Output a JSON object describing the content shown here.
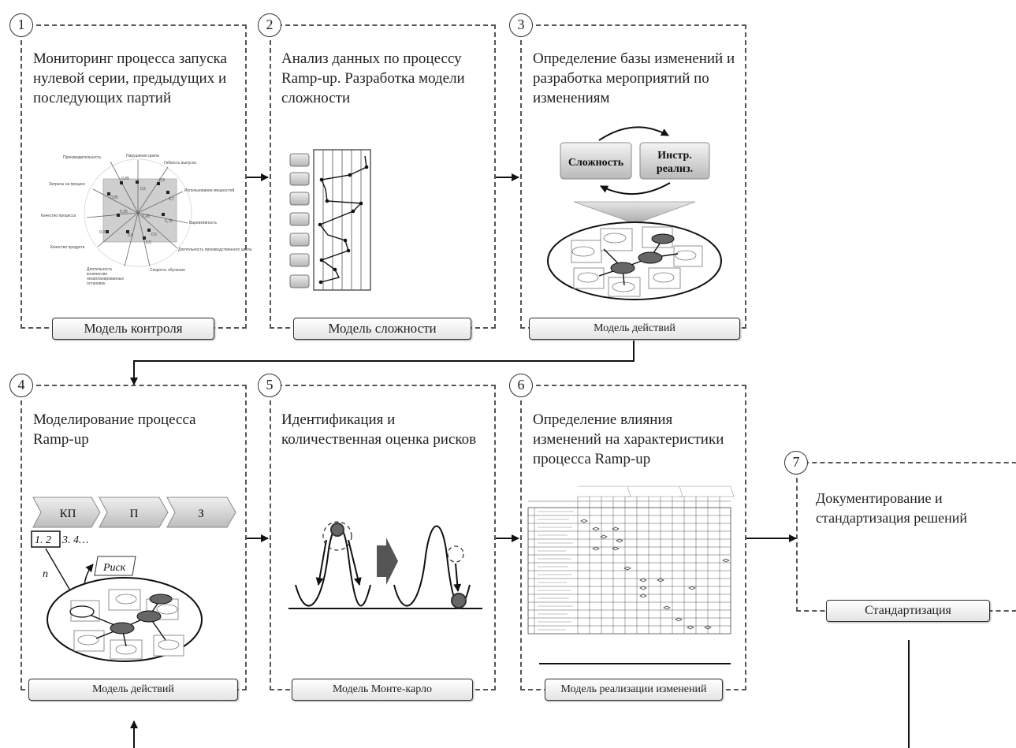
{
  "steps": [
    {
      "num": "1",
      "title_lines": [
        "Мониторинг процесса запуска",
        "нулевой серии, предыдущих и",
        "последующих партий"
      ],
      "model": "Модель контроля"
    },
    {
      "num": "2",
      "title_lines": [
        "Анализ данных по процессу",
        "Ramp-up. Разработка модели",
        "сложности"
      ],
      "model": "Модель сложности"
    },
    {
      "num": "3",
      "title_lines": [
        "Определение базы изменений и",
        "разработка мероприятий по",
        "изменениям"
      ],
      "model": "Модель действий"
    },
    {
      "num": "4",
      "title_lines": [
        "Моделирование процесса",
        "Ramp-up"
      ],
      "model": "Модель действий"
    },
    {
      "num": "5",
      "title_lines": [
        "Идентификация и",
        "количественная оценка рисков"
      ],
      "model": "Модель Монте-карло"
    },
    {
      "num": "6",
      "title_lines": [
        "Определение влияния",
        "изменений на характеристики",
        "процесса Ramp-up"
      ],
      "model": "Модель реализации изменений"
    },
    {
      "num": "7",
      "title_lines": [
        "Документирование и",
        "стандартизация решений"
      ],
      "model": "Стандартизация"
    }
  ],
  "step3_diagram": {
    "box_left": "Сложность",
    "box_right_line1": "Инстр.",
    "box_right_line2": "реализ."
  },
  "step4_diagram": {
    "chevrons": [
      "КП",
      "П",
      "З"
    ],
    "sequence_boxed": "1. 2",
    "sequence_rest": "3. 4…",
    "n_label": "n",
    "risk_label": "Риск"
  },
  "step1_radar": {
    "axis_labels": [
      "Нарушение цикла",
      "Гибкость выпуска",
      "Использование мощностей",
      "Вариативность",
      "Длительность производственного цикла",
      "Скорость обучения",
      "Длительность",
      "количество",
      "незапланированных",
      "остановок",
      "Качество продукта",
      "Качество процесса",
      "Затраты на процесс",
      "Производительность"
    ],
    "point_values": [
      "0,5",
      "0,9",
      "0,7",
      "0,75",
      "0,5",
      "0,5",
      "0,5",
      "0,28",
      "0,35",
      "0,07",
      "0,95",
      "0,95"
    ]
  }
}
